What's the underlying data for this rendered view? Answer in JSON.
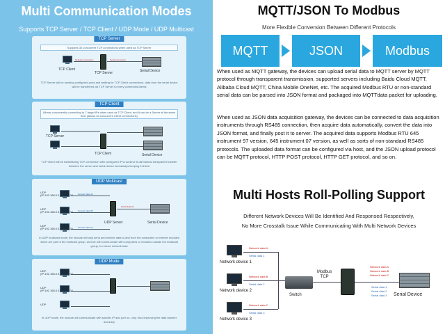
{
  "left": {
    "title": "Multi Communication Modes",
    "subtitle": "Supports TCP Server / TCP Client / UDP Mode / UDP Multicast",
    "tcp_server": {
      "tag": "TCP Server",
      "box": "Supports 30 concurrent TCP connections when used as TCP Server",
      "client_label": "TCP Client",
      "server_label": "TCP Server",
      "device_label": "Serial Device",
      "network_connection": "Network connection",
      "serial_connection": "Serial connection",
      "note": "TCP Server will be sending configured ports and waiting for TCP Client connections, data from the serial device will be transferred via TCP Server to every connected clients"
    },
    "tcp_client": {
      "tag": "TCP Client",
      "box": "Allows concurrently connecting to 7 target IPs when used as TCP Client, and it can be a Server at the same time (allows 32 concurrent Client connections)",
      "server_label": "TCP Server",
      "client_label": "TCP Client",
      "device_label": "Serial Device",
      "note": "TCP Client will be establishing TCP connection with configured IP to achieve bi-directional transparent transfer between the server and serial device and always keeping it linked"
    },
    "udp_multicast": {
      "tag": "UDP Multicast",
      "udp1": "UDP\n(IP:192.168.0.3 Port: 1234",
      "udp2": "UDP\n(IP:192.168.0.3 Port: 1234",
      "udp3": "UDP\n(IP:192.168.0.3 Port: 1234",
      "server_label": "UDP Server",
      "device_label": "Serial Device",
      "note": "In UDP multicast mode, the module will only send and receive data to and from the computers or Internet modules which are part of the multicast group, and we will communicate with computers or modules outside the multicast group, to reduce network load"
    },
    "udp_mode": {
      "tag": "UDP Mode",
      "udp1": "UDP\n(IP:192.168.0.3 Port: 1234",
      "udp2": "UDP\n(IP:192.168.0.3 Port: 1234",
      "udp3": "UDP",
      "note": "In UDP mode, the module will communicate with specific IP and port no. only, thus improving the data transfer accuracy"
    },
    "data_tags": {
      "d1": "Network data A1",
      "d2": "Network data B1",
      "d3": "Network data C1",
      "s1": "Serial data A1"
    }
  },
  "mqtt": {
    "title": "MQTT/JSON To Modbus",
    "subtitle": "More Flexible Conversion Between Different Protocols",
    "box1": "MQTT",
    "box2": "JSON",
    "box3": "Modbus",
    "paragraph1": "When used as MQTT gateway, the devices can upload serial data to MQTT server by MQTT protocol through transparent transmission, supported servers including Baidu Cloud MQTT, Alibaba Cloud MQTT, China Mobile OneNet, etc. The acquired Modbus RTU or non-standard serial data can be parsed into JSON format and packaged into MQTTdata packet for uploading.",
    "paragraph2": "When used as JSON data acquisition gateway, the devices can be connected to data acquisition instruments through RS485 connection, then acquire data automatically, convert the data into JSON format, and finally post it to server. The acquired data supports Modbus RTU 645 instrument 97 version, 645 instrument 07 version, as well as sorts of non-standard RS485 protocols. The uploaded data format can be configured via host, and the JSON upload protocol can be MQTT protocol, HTTP POST protocol, HTTP GET protocol, and so on."
  },
  "rolling": {
    "title": "Multi Hosts Roll-Polling Support",
    "line1": "Different Network Devices Will Be Identified And Responsed Respectively,",
    "line2": "No More Crosstalk Issue While Communicating With Multi Network Devices",
    "device1": "Network device 1",
    "device2": "Network device 2",
    "device3": "Network device 3",
    "switch": "Switch",
    "modbus_tcp": "Modbus\nTCP",
    "serial_device": "Serial Device",
    "net_a": "Network data A",
    "net_b": "Network data B",
    "net_c": "Network data C",
    "ser1": "Serial data 1",
    "ser2": "Serial data 2",
    "ser3": "Serial data 3",
    "net_a_r": "Network data A",
    "net_b_r": "Network data B",
    "net_c_r": "Network data C",
    "ser1_r": "Serial data 1",
    "ser2_r": "Serial data 2",
    "ser3_r": "Serial data 3"
  }
}
